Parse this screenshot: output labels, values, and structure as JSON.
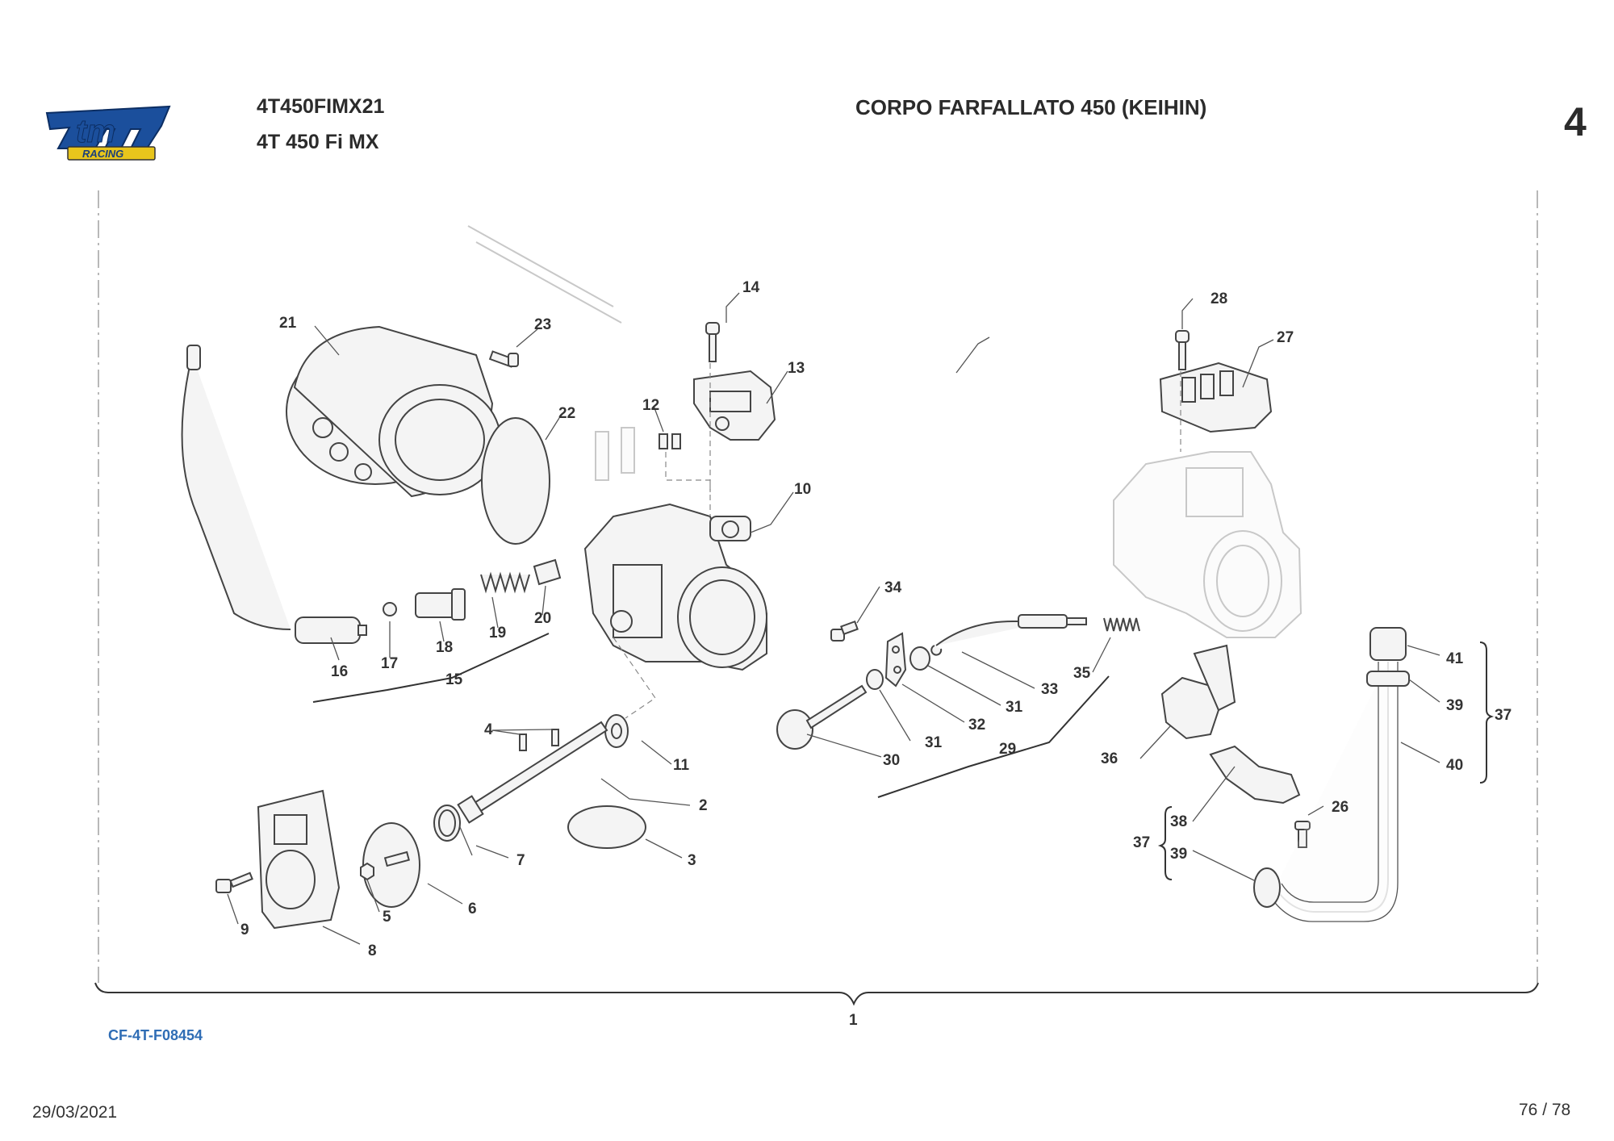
{
  "header": {
    "model_code": "4T450FIMX21",
    "model_name": "4T 450 Fi MX",
    "title": "CORPO FARFALLATO 450 (KEIHIN)",
    "section_number": "4"
  },
  "logo": {
    "text": "tm",
    "subtext": "RACING",
    "color": "#1b4f9c",
    "accent": "#e8c51c"
  },
  "footer": {
    "doc_code": "CF-4T-F08454",
    "date": "29/03/2021",
    "page": "76 / 78"
  },
  "callouts": {
    "p1": "1",
    "p2": "2",
    "p3": "3",
    "p4": "4",
    "p5": "5",
    "p6": "6",
    "p7": "7",
    "p8": "8",
    "p9": "9",
    "p10": "10",
    "p11": "11",
    "p12": "12",
    "p13": "13",
    "p14": "14",
    "p15": "15",
    "p16": "16",
    "p17": "17",
    "p18": "18",
    "p19": "19",
    "p20": "20",
    "p21": "21",
    "p22": "22",
    "p23": "23",
    "p26": "26",
    "p27": "27",
    "p28": "28",
    "p29": "29",
    "p30": "30",
    "p31a": "31",
    "p31b": "31",
    "p32": "32",
    "p33": "33",
    "p34": "34",
    "p35": "35",
    "p36": "36",
    "p37a": "37",
    "p37b": "37",
    "p38": "38",
    "p39a": "39",
    "p39b": "39",
    "p40": "40",
    "p41": "41"
  },
  "colors": {
    "doc_code": "#2f6db5",
    "line": "#444444"
  }
}
